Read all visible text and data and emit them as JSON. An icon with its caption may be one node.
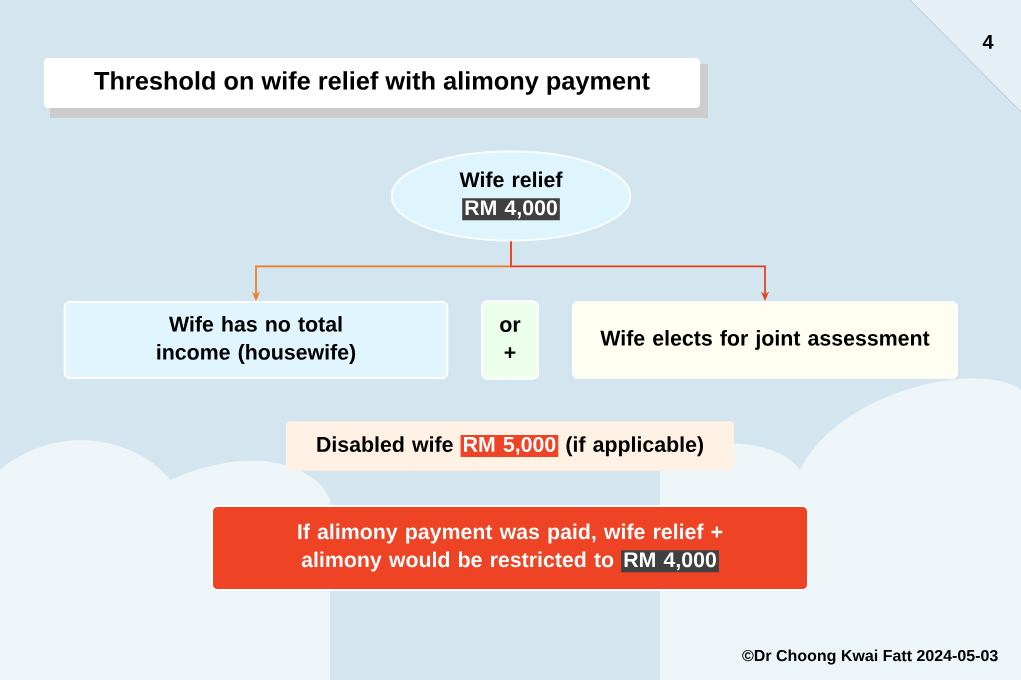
{
  "diagram": {
    "title": "Threshold on wife relief with alimony payment",
    "nodes": [
      {
        "text": [
          "Wife relief",
          "RM 4,000"
        ]
      },
      {
        "text": [
          "Wife has no total income (housewife)"
        ]
      },
      {
        "text": [
          "or",
          "+"
        ]
      },
      {
        "text": [
          "Wife elects for joint assessment"
        ]
      },
      {
        "text": [
          "Disabled wife",
          "RM 5,000",
          "(if applicable)"
        ]
      },
      {
        "text": [
          "If alimony payment was paid, wife relief + alimony would be restricted to",
          "RM 4,000"
        ]
      }
    ],
    "edges": [
      {
        "from": 0,
        "to": 1,
        "arrow": "to",
        "color": "#f07a1e"
      },
      {
        "from": 0,
        "to": 3,
        "arrow": "to",
        "color": "#e8401c"
      }
    ],
    "labels": [
      "4",
      "©Dr Choong Kwai Fatt 2024-05-03"
    ]
  }
}
